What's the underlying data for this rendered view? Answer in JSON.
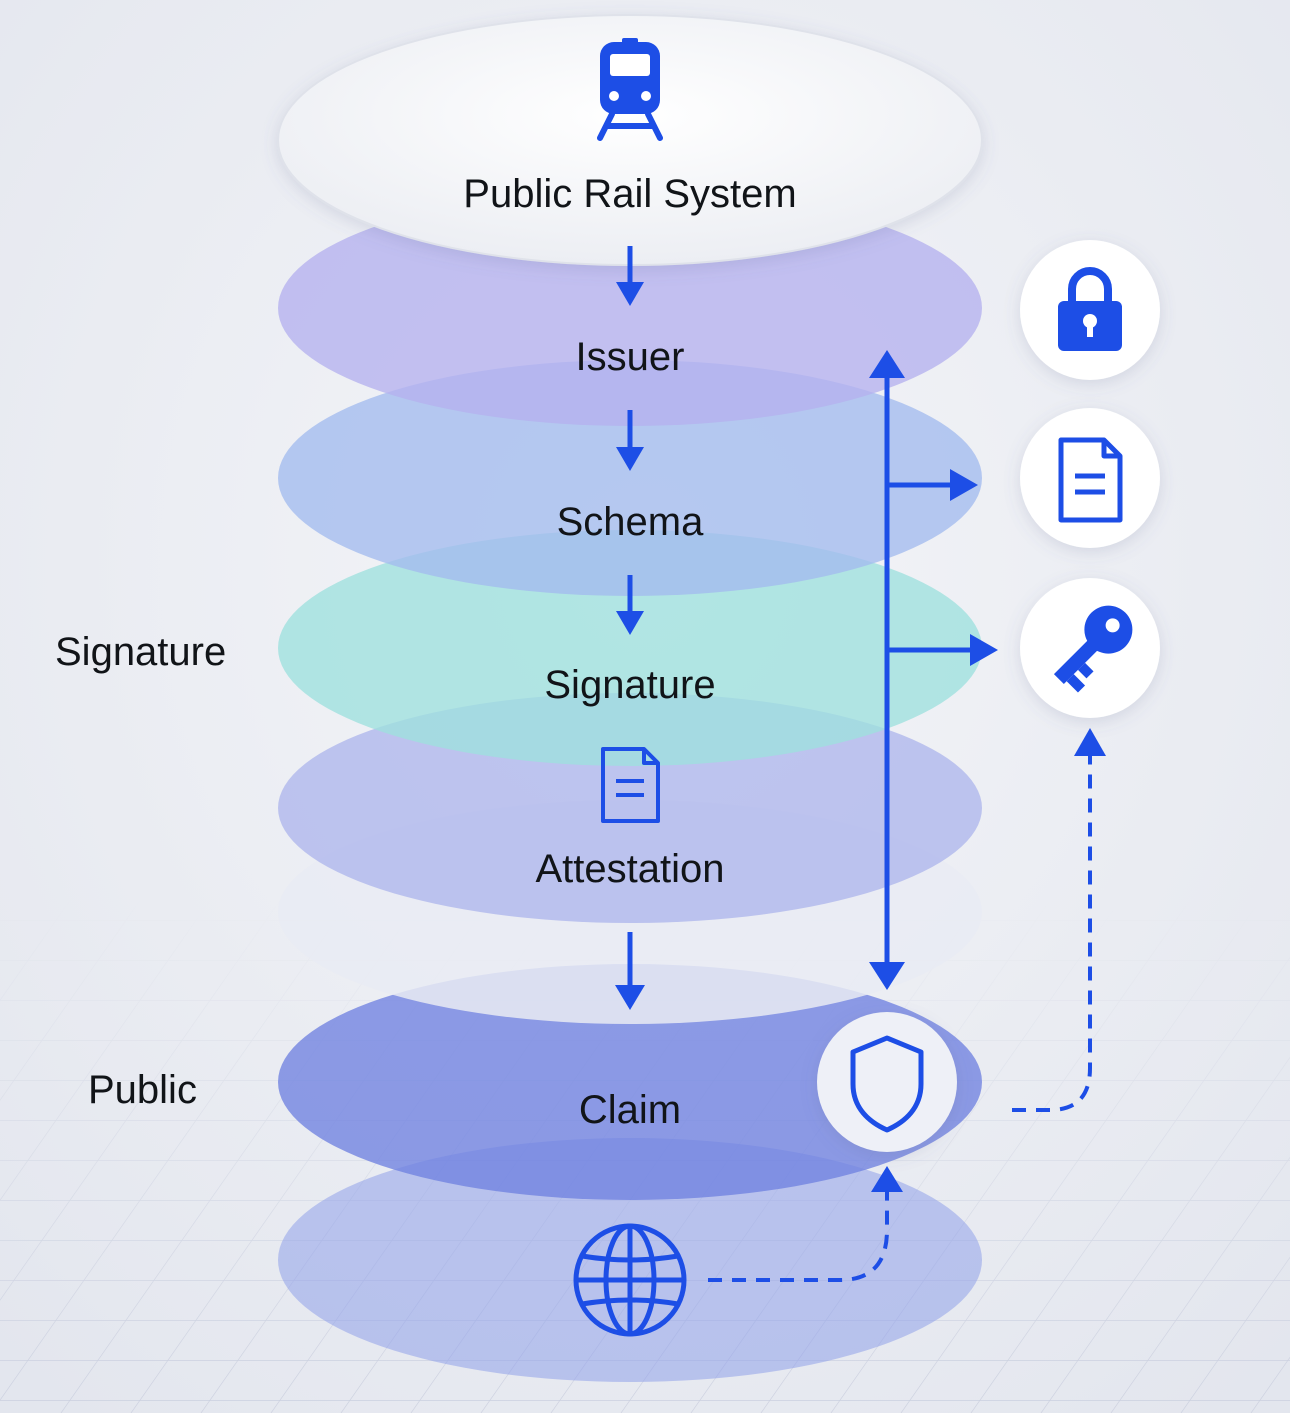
{
  "layers": [
    {
      "label": "Public Rail System",
      "icon": "train-icon"
    },
    {
      "label": "Issuer"
    },
    {
      "label": "Schema"
    },
    {
      "label": "Signature"
    },
    {
      "label": "Attestation",
      "icon": "document-icon"
    },
    {
      "label": "Claim",
      "icon": "shield-icon"
    },
    {
      "icon": "globe-icon"
    }
  ],
  "side_labels": {
    "signature": "Signature",
    "public": "Public"
  },
  "side_icons": [
    "lock-icon",
    "document-icon",
    "key-icon"
  ],
  "colors": {
    "accent": "#1d4ee6",
    "text": "#111418",
    "background": "#eceef4",
    "layer_top": "#f6f7f9",
    "layer_purple": "#b9b6ee",
    "layer_blue": "#a9c0ec",
    "layer_teal": "#a6e2e0",
    "layer_claim": "#7083e2"
  }
}
